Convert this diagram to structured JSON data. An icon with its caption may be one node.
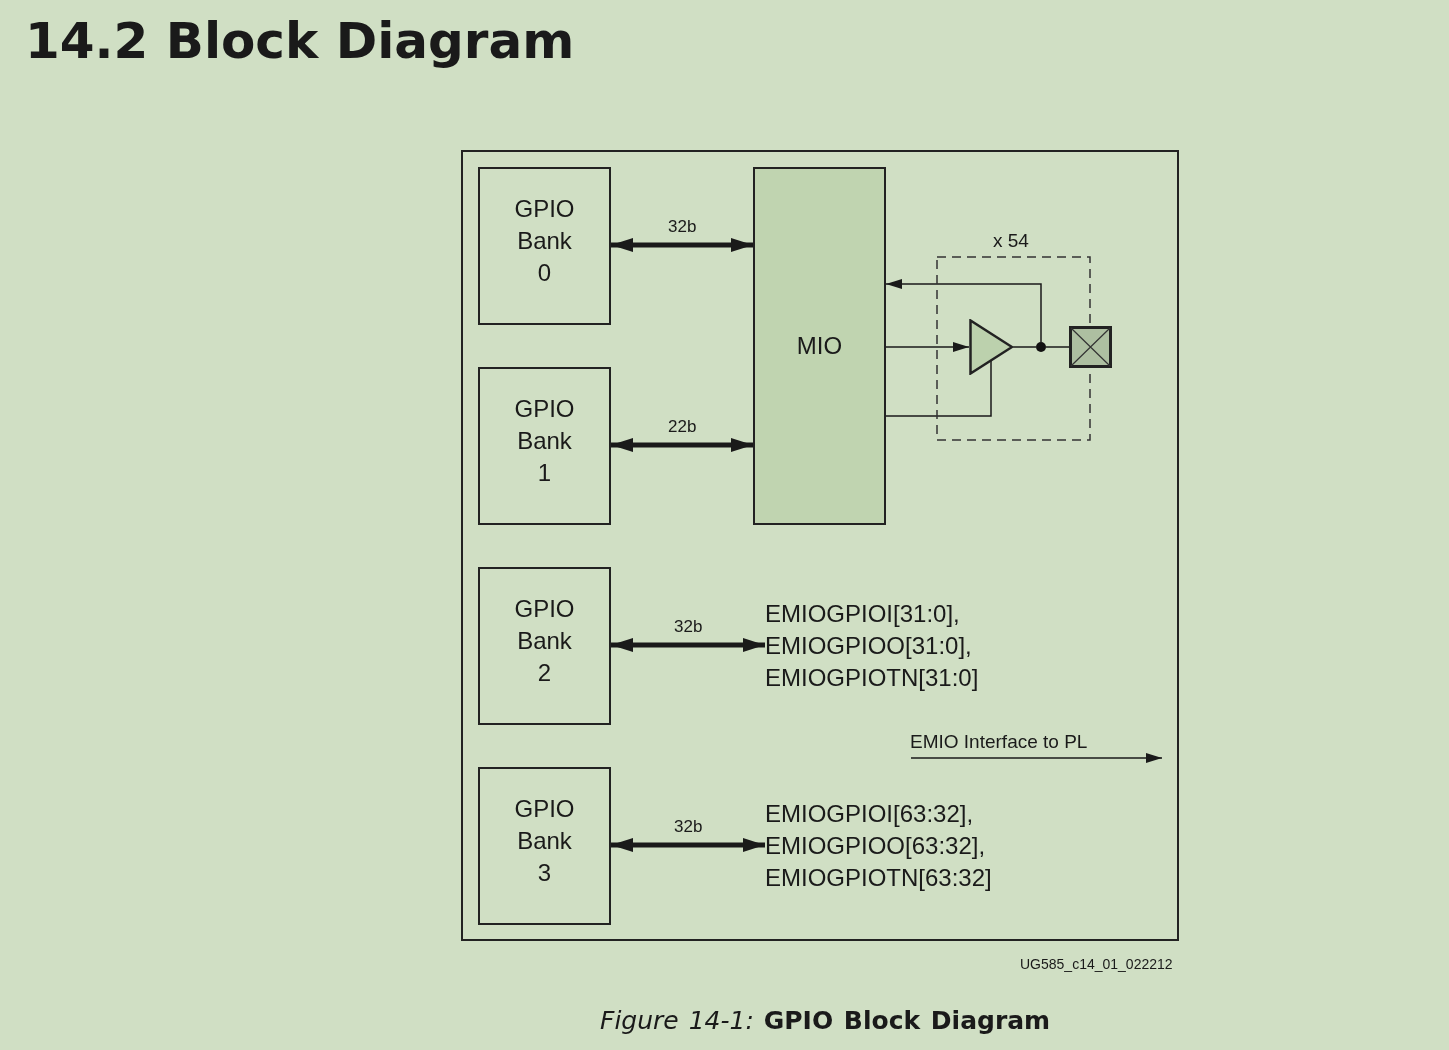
{
  "diagram": {
    "title": "14.2 Block Diagram",
    "caption": "*Figure 14-1:* **GPIO Block Diagram**",
    "nodes": [
      {
        "text": [
          "GPIO Bank 0"
        ]
      },
      {
        "text": [
          "GPIO Bank 1"
        ]
      },
      {
        "text": [
          "GPIO Bank 2"
        ]
      },
      {
        "text": [
          "GPIO Bank 3"
        ]
      },
      {
        "text": [
          "MIO"
        ]
      },
      {
        "text": [
          "x 54"
        ]
      },
      {
        "text": [],
        "shape": "triangle",
        "in": 5
      },
      {
        "text": [],
        "shape": "circle",
        "in": 5
      },
      {
        "text": [],
        "shape": "box"
      },
      {
        "text": [
          "EMIOGPIOI[31:0], EMIOGPIOO[31:0], EMIOGPIOTN[31:0]"
        ]
      },
      {
        "text": [
          "EMIOGPIOI[63:32], EMIOGPIOO[63:32], EMIOGPIOTN[63:32]"
        ]
      }
    ],
    "edges": [
      {
        "from": 0,
        "to": 4,
        "arrow": "both",
        "label": "32b",
        "style": "thick"
      },
      {
        "from": 1,
        "to": 4,
        "arrow": "both",
        "label": "22b",
        "style": "thick"
      },
      {
        "from": 2,
        "to": 9,
        "arrow": "both",
        "label": "32b",
        "style": "thick"
      },
      {
        "from": 3,
        "to": 10,
        "arrow": "both",
        "label": "32b",
        "style": "thick"
      },
      {
        "from": 4,
        "to": 6,
        "arrow": "to"
      },
      {
        "from": 7,
        "to": 4,
        "arrow": "to"
      },
      {
        "from": 4,
        "to": 6,
        "arrow": "none"
      },
      {
        "from": 6,
        "to": 7,
        "arrow": "none"
      },
      {
        "from": 7,
        "to": 8,
        "arrow": "none"
      }
    ],
    "labels": [
      "EMIO Interface to PL",
      "UG585_c14_01_022212"
    ]
  }
}
